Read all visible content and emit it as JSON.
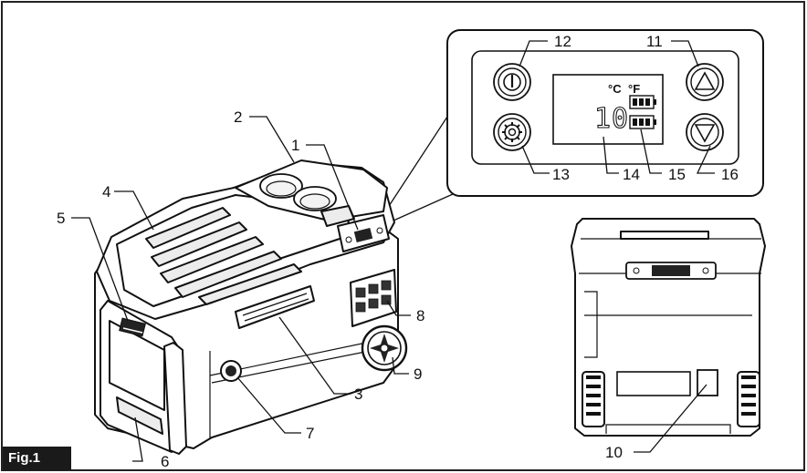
{
  "figure": {
    "label": "Fig.1"
  },
  "callouts": {
    "c1": "1",
    "c2": "2",
    "c3": "3",
    "c4": "4",
    "c5": "5",
    "c6": "6",
    "c7": "7",
    "c8": "8",
    "c9": "9",
    "c10": "10",
    "c11": "11",
    "c12": "12",
    "c13": "13",
    "c14": "14",
    "c15": "15",
    "c16": "16"
  },
  "display_panel": {
    "unit_celsius": "°C",
    "unit_fahrenheit": "°F",
    "digits": "10"
  }
}
